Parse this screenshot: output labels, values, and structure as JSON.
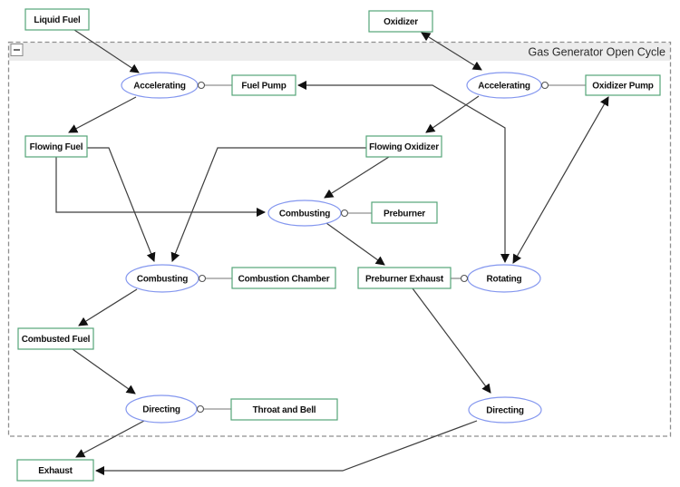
{
  "window": {
    "title": "Gas Generator Open Cycle",
    "collapse_icon": "minus-icon"
  },
  "items": {
    "liquid_fuel": "Liquid Fuel",
    "oxidizer": "Oxidizer",
    "fuel_pump": "Fuel Pump",
    "oxidizer_pump": "Oxidizer Pump",
    "flowing_fuel": "Flowing Fuel",
    "flowing_oxidizer": "Flowing Oxidizer",
    "preburner": "Preburner",
    "combustion_chamber": "Combustion Chamber",
    "preburner_exhaust": "Preburner Exhaust",
    "combusted_fuel": "Combusted Fuel",
    "throat_and_bell": "Throat and Bell",
    "exhaust": "Exhaust"
  },
  "actions": {
    "accelerating_fuel": "Accelerating",
    "accelerating_oxidizer": "Accelerating",
    "combusting_preburner": "Combusting",
    "combusting_chamber": "Combusting",
    "rotating": "Rotating",
    "directing_nozzle": "Directing",
    "directing_exhaust": "Directing"
  },
  "colors": {
    "item_border": "#55a579",
    "action_border": "#8497ef",
    "flow_line": "#3d3d3d",
    "arrowhead": "#111111",
    "container_border": "#8f8f8f",
    "header_fill": "#ececec"
  }
}
